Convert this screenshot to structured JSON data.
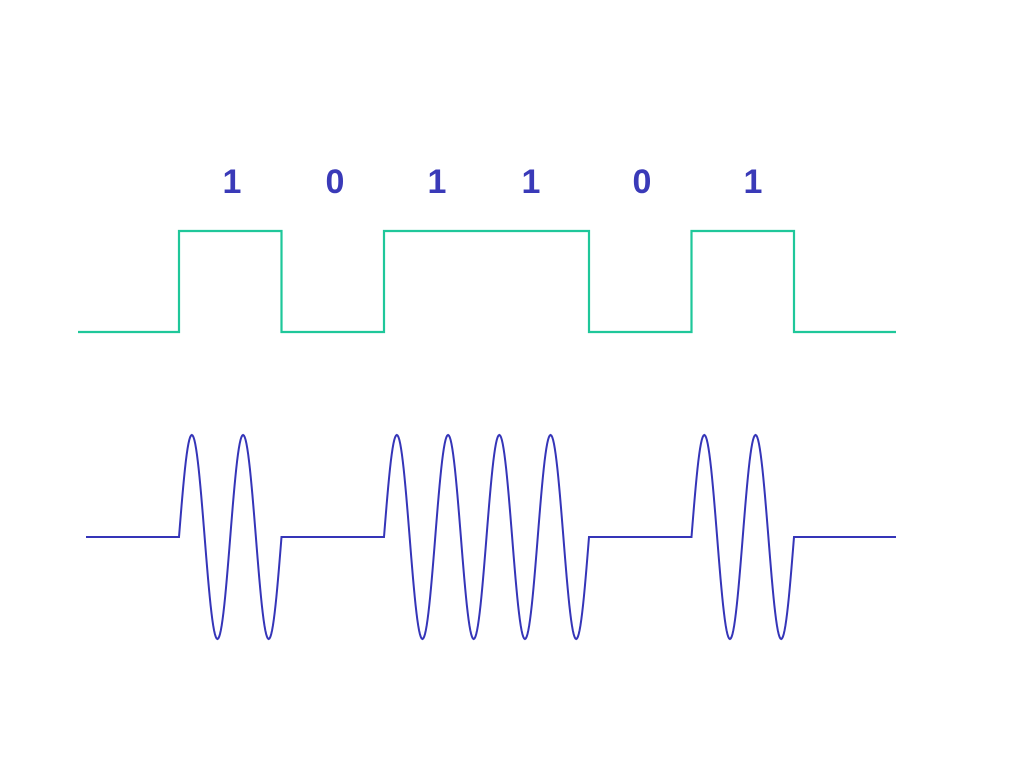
{
  "bits": [
    "1",
    "0",
    "1",
    "1",
    "0",
    "1"
  ],
  "colors": {
    "digital_signal": "#1fc79a",
    "modulated_signal": "#3535b8",
    "bit_labels": "#3a3ab8"
  },
  "modulated_cycles_per_bit": 2
}
